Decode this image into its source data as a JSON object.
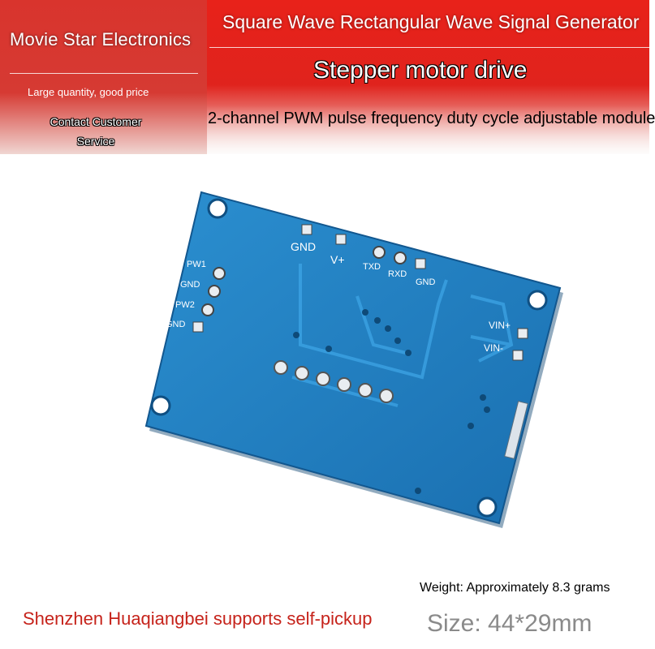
{
  "banner": {
    "shop_name": "Movie Star Electronics",
    "tagline": "Large quantity, good price",
    "contact_line1": "Contact Customer",
    "contact_line2": "Service",
    "title_line1": "Square Wave Rectangular Wave Signal Generator",
    "title_line2": "Stepper motor drive",
    "title_line3": "2-channel PWM pulse frequency duty cycle adjustable module"
  },
  "pcb": {
    "labels": {
      "gnd_top": "GND",
      "v_plus": "V+",
      "txd": "TXD",
      "rxd": "RXD",
      "gnd_right": "GND",
      "pw1": "PW1",
      "gnd_mid": "GND",
      "pw2": "PW2",
      "gnd_low": "GND",
      "vin_plus": "VIN+",
      "vin_minus": "VIN-"
    },
    "board_color": "#1f7fbf"
  },
  "footer": {
    "weight": "Weight: Approximately 8.3 grams",
    "pickup": "Shenzhen Huaqiangbei supports self-pickup",
    "size": "Size: 44*29mm"
  },
  "colors": {
    "banner_red": "#e0231d",
    "pickup_red": "#c6231b",
    "size_gray": "#8a8a8a"
  }
}
